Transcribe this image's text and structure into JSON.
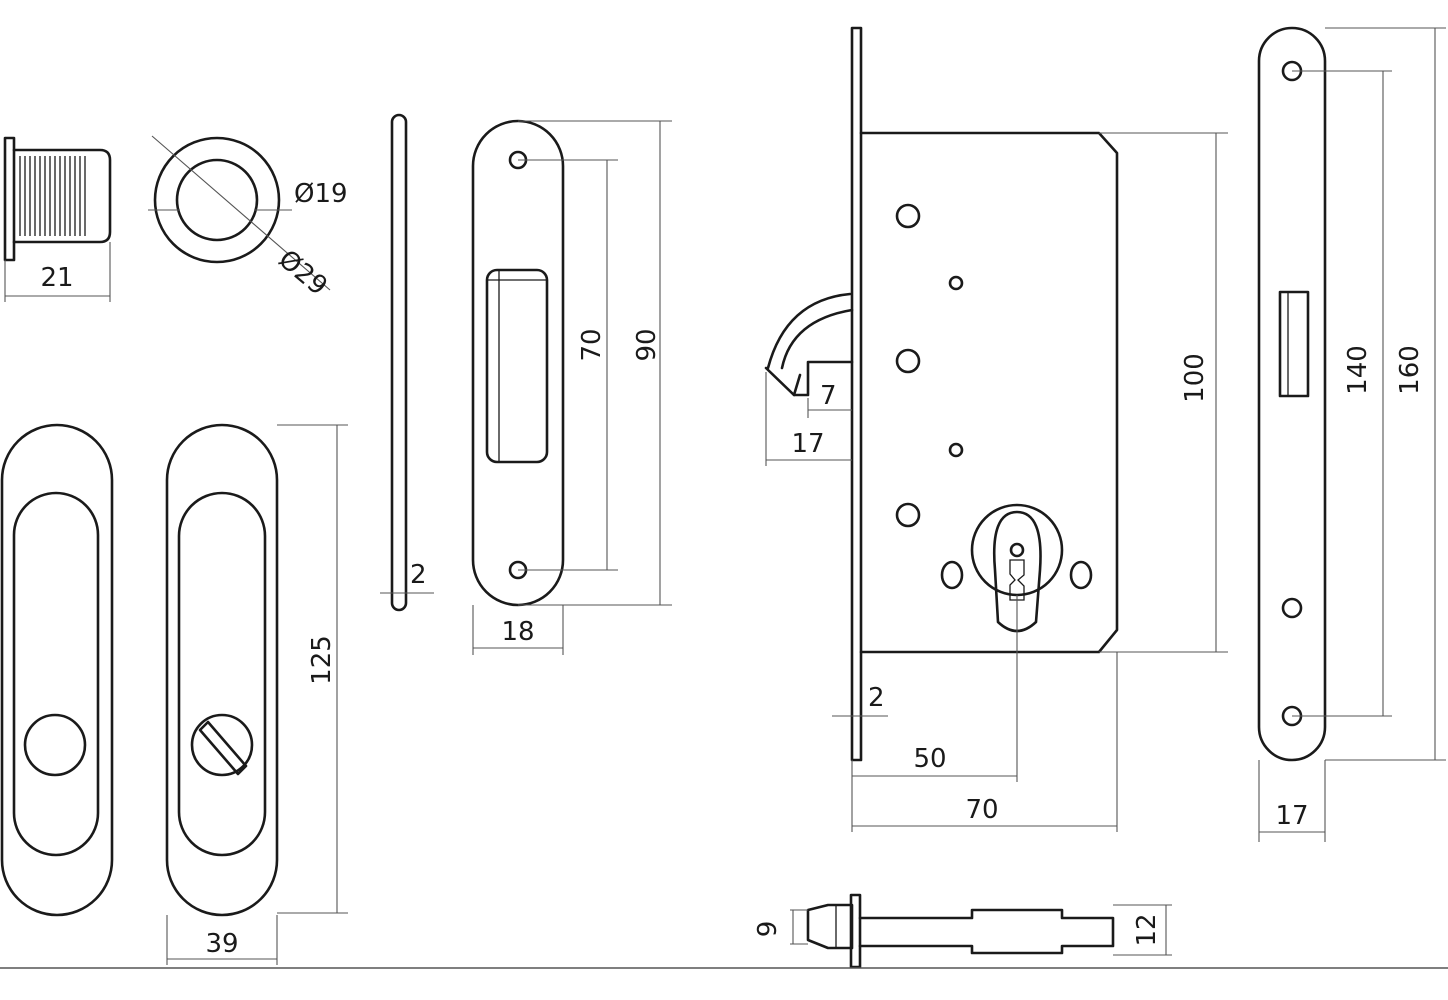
{
  "dimensions": {
    "cylinder_width": "21",
    "inner_diameter": "Ø19",
    "outer_diameter": "Ø29",
    "handle_height": "125",
    "handle_width": "39",
    "plate_thickness": "2",
    "strike_inner": "70",
    "strike_outer": "90",
    "strike_width": "18",
    "hook_depth": "7",
    "hook_projection": "17",
    "body_height": "100",
    "faceplate_thickness": "2",
    "backset": "50",
    "body_depth": "70",
    "faceplate_screw_spacing": "140",
    "faceplate_length": "160",
    "faceplate_width": "17",
    "bolt_width": "9",
    "body_thickness": "12"
  },
  "colors": {
    "line": "#1a1a1a",
    "dimension_line": "#555555",
    "background": "#ffffff"
  }
}
